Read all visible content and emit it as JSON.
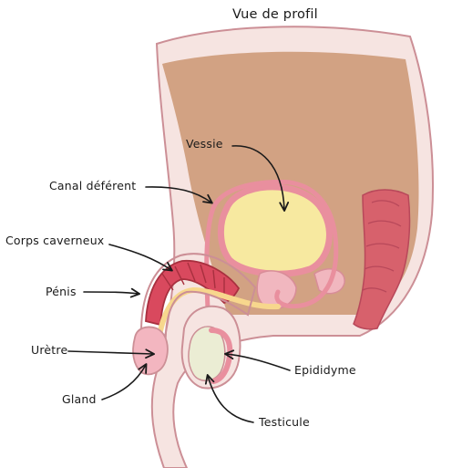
{
  "title": "Vue de profil",
  "labels": {
    "vessie": "Vessie",
    "canal_deferent": "Canal déférent",
    "corps_caverneux": "Corps caverneux",
    "penis": "Pénis",
    "uretre": "Urètre",
    "gland": "Gland",
    "epididyme": "Epididyme",
    "testicule": "Testicule"
  },
  "colors": {
    "skin": "#f6e4e1",
    "outline": "#cc8f96",
    "pelvic_cavity": "#d2a283",
    "bladder_fill": "#f7e9a0",
    "duct": "#e98f9e",
    "erectile_tissue": "#d9495e",
    "urethra": "#f7d78d",
    "rectum": "#d7616c",
    "testis": "#ebedd4"
  }
}
